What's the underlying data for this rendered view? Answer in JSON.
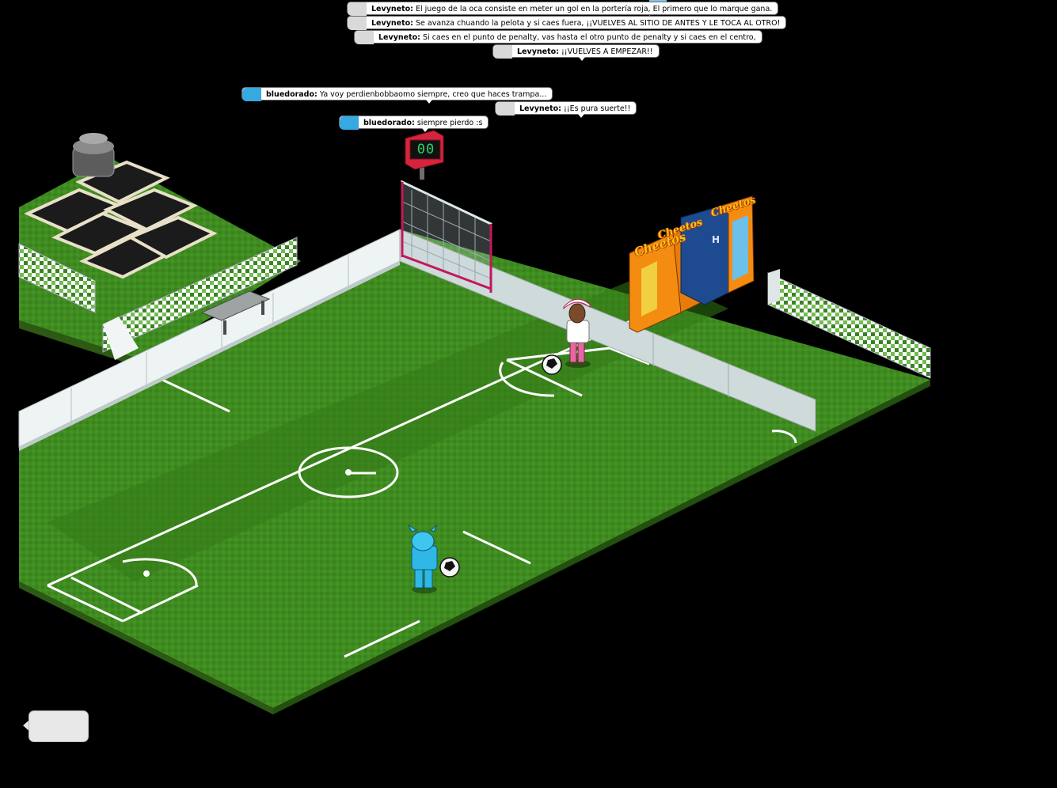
{
  "chat": [
    {
      "user": "Levyneto:",
      "text": "El juego de la oca consiste en meter un gol en la portería roja, El primero que lo marque gana.",
      "style": "gray"
    },
    {
      "user": "Levyneto:",
      "text": "Se avanza chuando la pelota y si caes fuera, ¡¡VUELVES AL SITIO DE ANTES Y LE TOCA AL OTRO!",
      "style": "gray"
    },
    {
      "user": "Levyneto:",
      "text": "Si caes en el punto de penalty, vas hasta el otro punto de penalty y si caes en el centro,",
      "style": "gray"
    },
    {
      "user": "Levyneto:",
      "text": "¡¡VUELVES A EMPEZAR!!",
      "style": "gray"
    },
    {
      "user": "bluedorado:",
      "text": "Ya voy perdienbobbaomo siempre, creo que haces trampa...",
      "style": "blue"
    },
    {
      "user": "Levyneto:",
      "text": "¡¡Es pura suerte!!",
      "style": "gray"
    },
    {
      "user": "bluedorado:",
      "text": "siempre pierdo :s",
      "style": "blue"
    }
  ],
  "scoreboard": {
    "value": "00"
  },
  "vending": {
    "brand": "Cheetos",
    "brand2": "Cheetos"
  },
  "toilet": {
    "letter": "H"
  },
  "colors": {
    "grass": "#3e8a1f",
    "grass_dark": "#2f6e15",
    "line": "#ffffff",
    "wall": "#dfe6e6",
    "goal_frame": "#c2185b",
    "player_blue": "#2fb8e6",
    "player_pink": "#e36aa0"
  }
}
